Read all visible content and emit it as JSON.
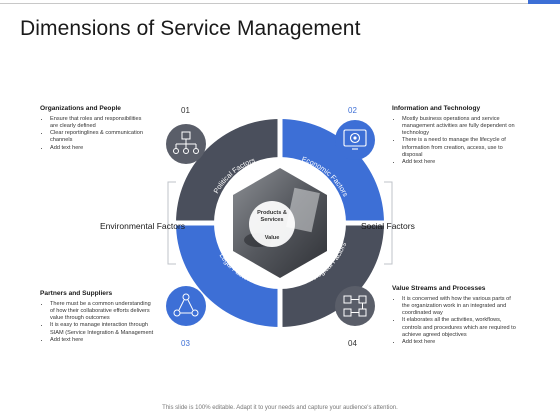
{
  "slide": {
    "title": "Dimensions of Service Management",
    "footer": "This slide is 100% editable. Adapt it to your needs and capture your audience's attention."
  },
  "center": {
    "label1": "Products &",
    "label2": "Services",
    "value_label": "Value"
  },
  "factors": {
    "political": "Political Factors",
    "economic": "Economic Factors",
    "legal": "Legal Factors",
    "technological": "Technological Factors",
    "environmental": "Environmental Factors",
    "social": "Social Factors"
  },
  "sections": {
    "org": {
      "number": "01",
      "title": "Organizations and People",
      "bullets": [
        "Ensure that roles and responsibilities",
        "are clearly defined",
        "Clear reportinglines & communication",
        "channels",
        "Add text here"
      ],
      "icon": "org-chart-icon"
    },
    "info": {
      "number": "02",
      "title": "Information and Technology",
      "bullets": [
        "Mostly business operations and service",
        "management activities are fully dependent on",
        "technology",
        "There is a need to manage the lifecycle of",
        "information from creation, access, use to",
        "disposal",
        "Add text here"
      ],
      "icon": "gear-screen-icon"
    },
    "partners": {
      "number": "03",
      "title": "Partners and Suppliers",
      "bullets": [
        "There must be a common understanding",
        "of how their collaborative efforts delivers",
        "value through outcomes",
        "It is easy to manage interaction through",
        "SIAM (Service Integration & Management",
        "Add text here"
      ],
      "icon": "network-people-icon"
    },
    "value": {
      "number": "04",
      "title": "Value Streams and Processes",
      "bullets": [
        "It is concerned with how the various parts of",
        "the organization work in an integrated and",
        "coordinated way",
        "It elaborates all the activities, workflows,",
        "controls and procedures which are required to",
        "achieve agreed objectives",
        "Add text here"
      ],
      "icon": "process-flow-icon"
    }
  },
  "colors": {
    "accent": "#3d6fd6",
    "dark": "#4a4f5c",
    "icon_circle": "#5a5e69"
  }
}
